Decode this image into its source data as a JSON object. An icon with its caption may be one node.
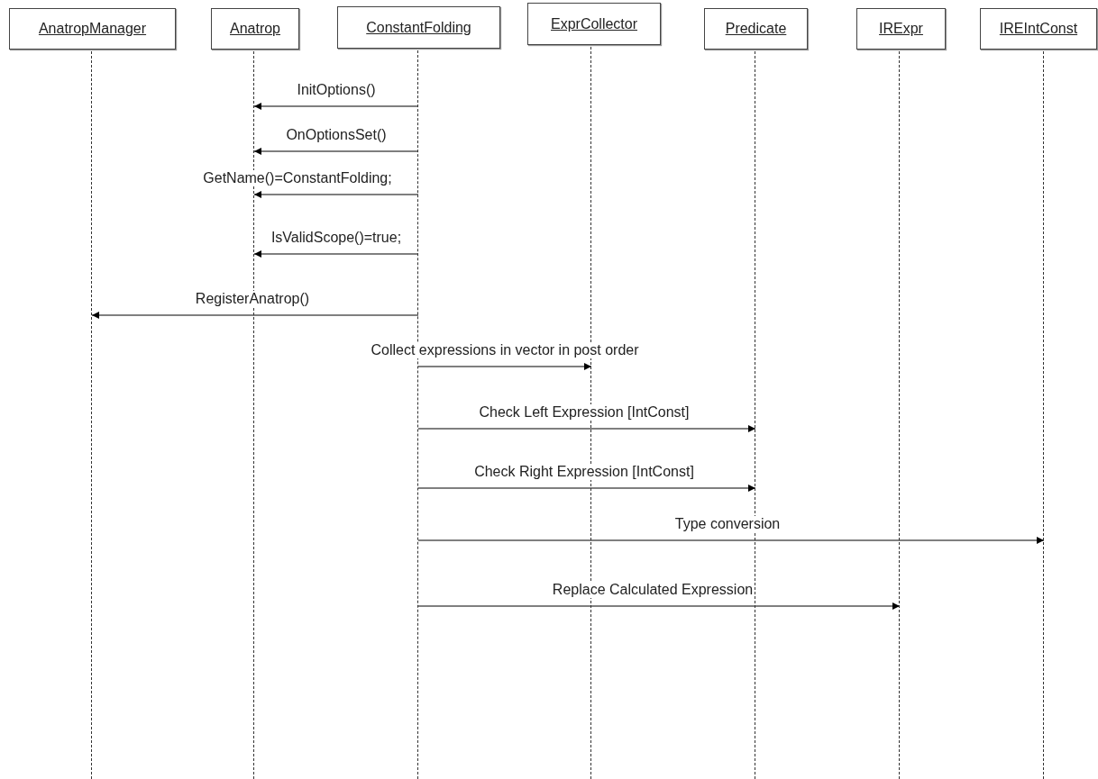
{
  "diagram": {
    "nodes": [
      {
        "text": [
          "AnatropManager"
        ]
      },
      {
        "text": [
          "Anatrop"
        ]
      },
      {
        "text": [
          "ConstantFolding"
        ]
      },
      {
        "text": [
          "ExprCollector"
        ]
      },
      {
        "text": [
          "Predicate"
        ]
      },
      {
        "text": [
          "IRExpr"
        ]
      },
      {
        "text": [
          "IREIntConst"
        ]
      },
      {
        "text": [],
        "shape": "line"
      },
      {
        "text": [],
        "shape": "line"
      },
      {
        "text": [],
        "shape": "line"
      },
      {
        "text": [],
        "shape": "line"
      },
      {
        "text": [],
        "shape": "line"
      },
      {
        "text": [],
        "shape": "line"
      },
      {
        "text": [],
        "shape": "line"
      }
    ],
    "edges": [
      {
        "from": 9,
        "to": 8,
        "arrow": "to",
        "label": "InitOptions()"
      },
      {
        "from": 9,
        "to": 8,
        "arrow": "to",
        "label": "OnOptionsSet()"
      },
      {
        "from": 9,
        "to": 8,
        "arrow": "to",
        "label": "GetName()=ConstantFolding;"
      },
      {
        "from": 9,
        "to": 8,
        "arrow": "to",
        "label": "IsValidScope()=true;"
      },
      {
        "from": 9,
        "to": 7,
        "arrow": "to",
        "label": "RegisterAnatrop()"
      },
      {
        "from": 9,
        "to": 10,
        "arrow": "to",
        "label": "Collect expressions in vector in post order"
      },
      {
        "from": 9,
        "to": 11,
        "arrow": "to",
        "label": "Check Left Expression [IntConst]"
      },
      {
        "from": 9,
        "to": 11,
        "arrow": "to",
        "label": "Check Right Expression [IntConst]"
      },
      {
        "from": 9,
        "to": 13,
        "arrow": "to",
        "label": "Type conversion"
      },
      {
        "from": 9,
        "to": 12,
        "arrow": "to",
        "label": "Replace Calculated Expression"
      }
    ]
  }
}
